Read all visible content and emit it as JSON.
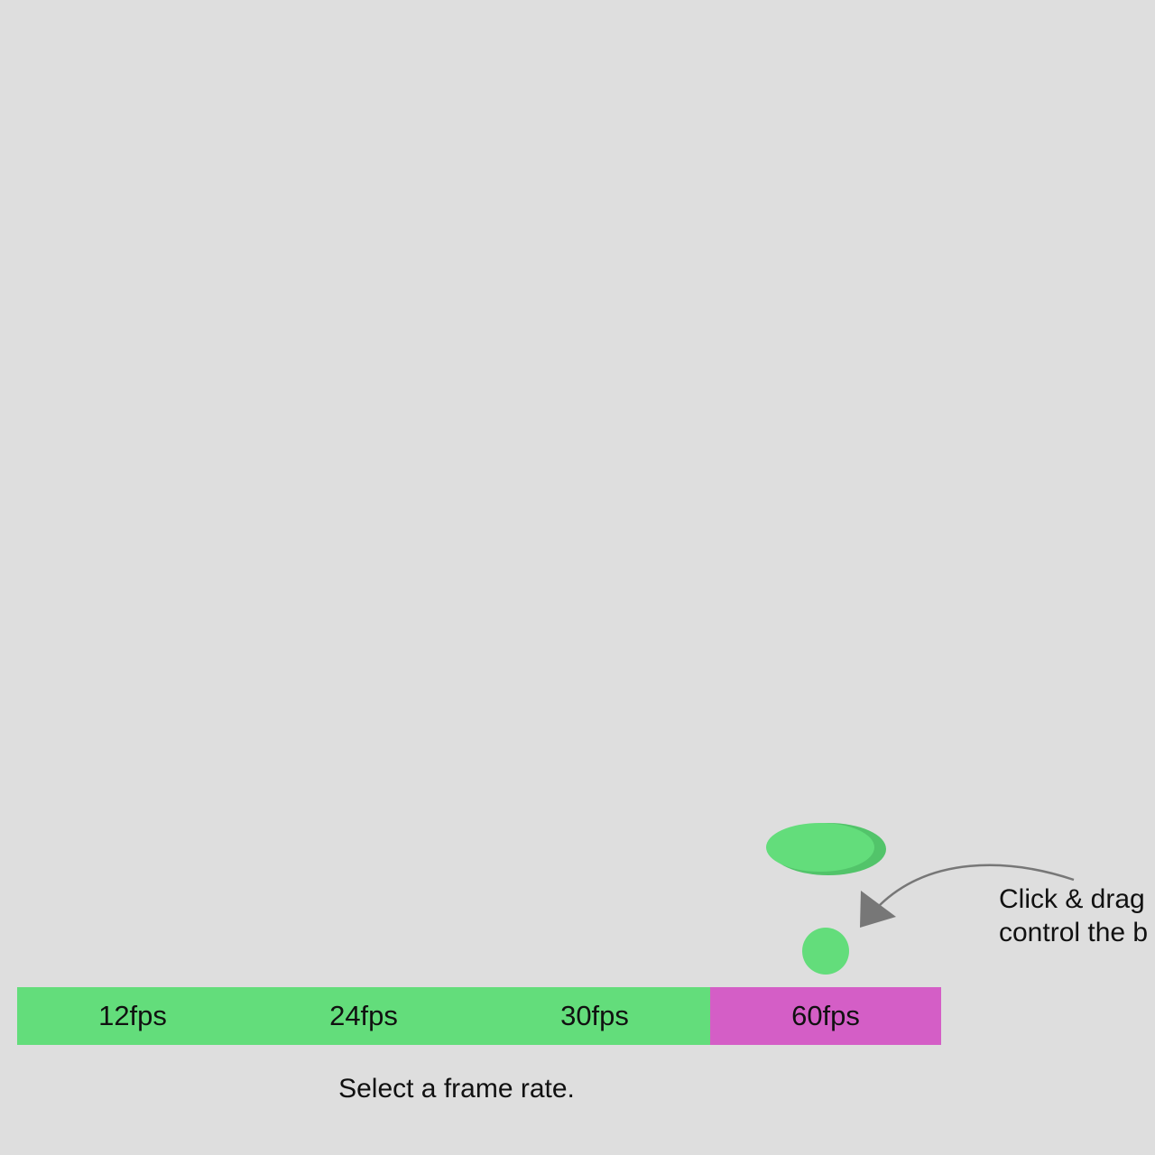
{
  "hint": {
    "line1": "Click & drag",
    "line2": "control the b"
  },
  "frame_rates": {
    "options": [
      {
        "label": "12fps",
        "selected": false
      },
      {
        "label": "24fps",
        "selected": false
      },
      {
        "label": "30fps",
        "selected": false
      },
      {
        "label": "60fps",
        "selected": true
      }
    ],
    "caption": "Select a frame rate."
  },
  "colors": {
    "background": "#dedede",
    "option": "#63dd7b",
    "option_selected": "#d45ec6",
    "ball": "#63dd7b",
    "ball_shadow": "#52c46a",
    "arrow": "#777777"
  }
}
